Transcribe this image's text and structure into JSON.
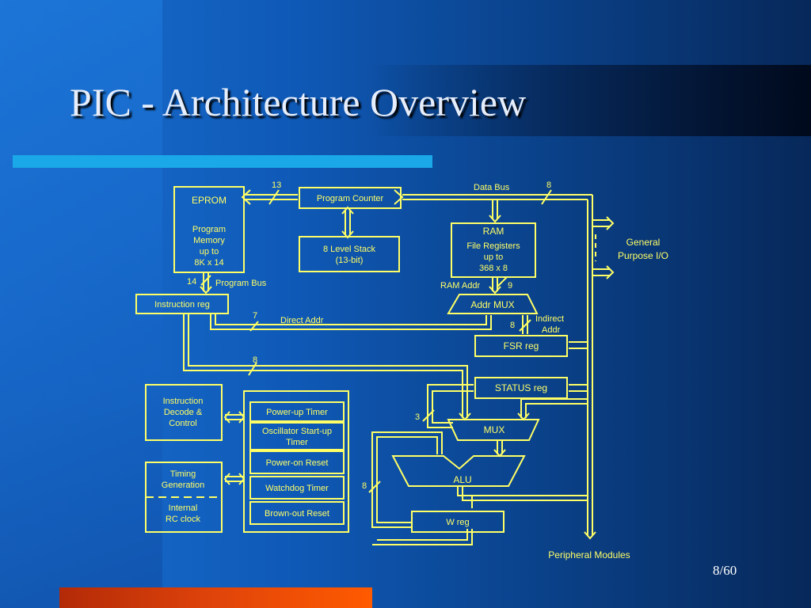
{
  "slide": {
    "title": "PIC - Architecture Overview",
    "page_number": "8/60"
  },
  "colors": {
    "line": "#ffff66",
    "box_fill": "#1250a8",
    "accent_bar": "#1aa8e8",
    "bottom_bar": "#ff5a00"
  },
  "diagram": {
    "eprom": {
      "title": "EPROM",
      "line1": "Program",
      "line2": "Memory",
      "line3": "up to",
      "line4": "8K x 14"
    },
    "program_counter": "Program Counter",
    "stack": {
      "line1": "8 Level Stack",
      "line2": "(13-bit)"
    },
    "ram": {
      "title": "RAM",
      "line1": "File Registers",
      "line2": "up to",
      "line3": "368 x 8"
    },
    "addr_mux": "Addr MUX",
    "fsr_reg": "FSR reg",
    "status_reg": "STATUS reg",
    "mux": "MUX",
    "alu": "ALU",
    "w_reg": "W reg",
    "instruction_reg": "Instruction reg",
    "decode": {
      "line1": "Instruction",
      "line2": "Decode &",
      "line3": "Control"
    },
    "timing": {
      "line1": "Timing",
      "line2": "Generation"
    },
    "rc_clock": {
      "line1": "Internal",
      "line2": "RC clock"
    },
    "timers": {
      "powerup": "Power-up Timer",
      "osc_line1": "Oscillator Start-up",
      "osc_line2": "Timer",
      "por": "Power-on Reset",
      "wdt": "Watchdog Timer",
      "bor": "Brown-out Reset"
    },
    "labels": {
      "data_bus": "Data Bus",
      "program_bus": "Program Bus",
      "ram_addr": "RAM Addr",
      "direct_addr": "Direct Addr",
      "indirect_addr_1": "Indirect",
      "indirect_addr_2": "Addr",
      "general_io_1": "General",
      "general_io_2": "Purpose I/O",
      "peripheral": "Peripheral Modules"
    },
    "bus_widths": {
      "pc_bus": "13",
      "data_bus": "8",
      "program_bus": "14",
      "ram_addr": "9",
      "direct_addr": "7",
      "indirect_addr": "8",
      "instr_data": "8",
      "status_mux": "3",
      "w_feedback": "8"
    }
  }
}
